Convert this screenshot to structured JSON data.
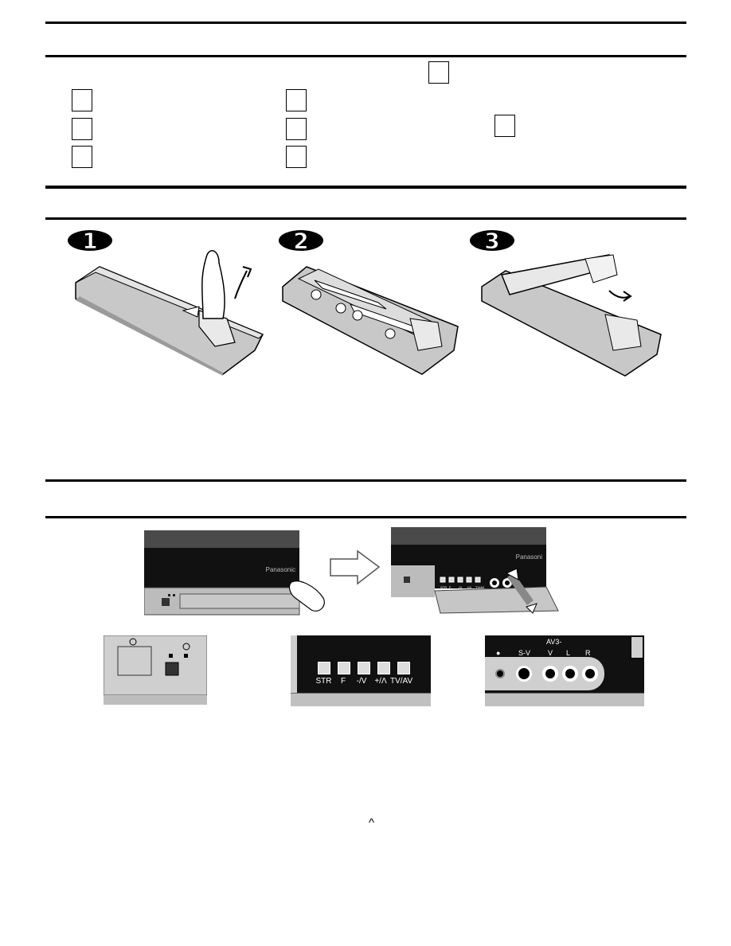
{
  "step_badges": [
    "1",
    "2",
    "3"
  ],
  "tv_front": {
    "brand_left": "Panasonic",
    "brand_right": "Panasoni"
  },
  "button_panel": {
    "buttons": [
      "STR",
      "F",
      "-/V",
      "+/Λ",
      "TV/AV"
    ]
  },
  "small_panel_labels": [
    "STR",
    "F",
    "-/V",
    "+/Λ",
    "TV/AV"
  ],
  "av_panel": {
    "group_label": "AV3-",
    "jacks": [
      "S-V",
      "V",
      "L",
      "R"
    ]
  },
  "caret": "^"
}
